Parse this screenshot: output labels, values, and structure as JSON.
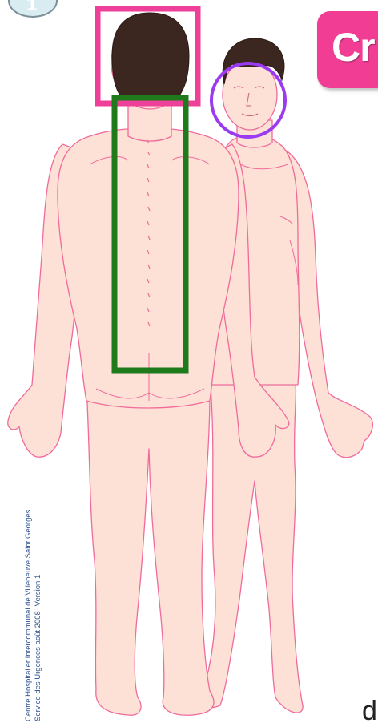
{
  "step_number": "1",
  "title_badge": {
    "text": "Cr",
    "color": "#f23d94"
  },
  "credit": {
    "line1": "Centre Hospitalier Intercommunal de Villeneuve Saint Georges",
    "line2": "Service des Urgences août 2008- Version 1"
  },
  "partial_text": "d",
  "annotations": {
    "head_box_color": "#ee3f99",
    "face_circle_color": "#9b3bf0",
    "spine_box_color": "#1f7a1c"
  },
  "colors": {
    "skin": "#fde0d6",
    "outline": "#f06b9a",
    "hair": "#3b2620"
  }
}
